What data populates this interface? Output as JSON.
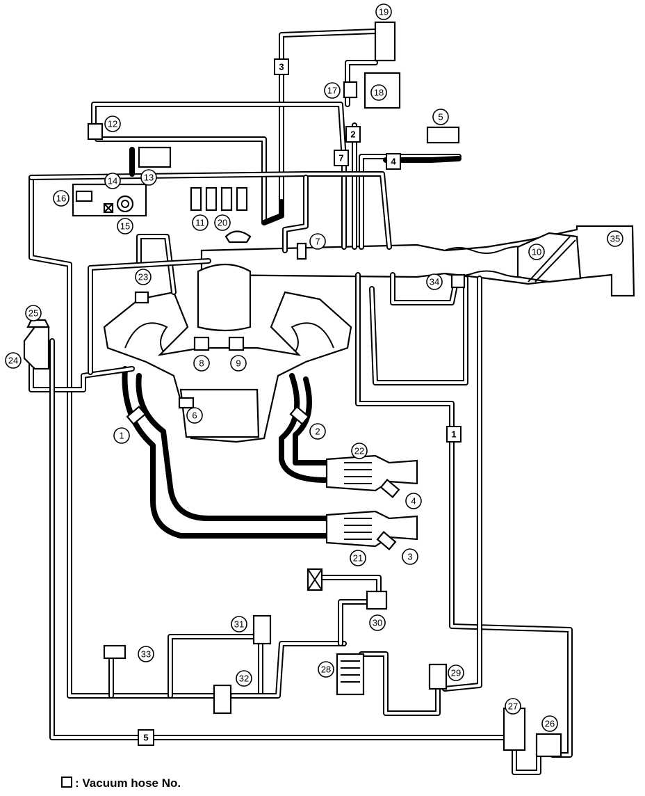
{
  "legend": {
    "text": ": Vacuum hose No."
  },
  "callouts": [
    {
      "num": "1"
    },
    {
      "num": "2"
    },
    {
      "num": "3"
    },
    {
      "num": "4"
    },
    {
      "num": "5"
    },
    {
      "num": "6"
    },
    {
      "num": "7"
    },
    {
      "num": "8"
    },
    {
      "num": "9"
    },
    {
      "num": "10"
    },
    {
      "num": "11"
    },
    {
      "num": "12"
    },
    {
      "num": "13"
    },
    {
      "num": "14"
    },
    {
      "num": "15"
    },
    {
      "num": "16"
    },
    {
      "num": "17"
    },
    {
      "num": "18"
    },
    {
      "num": "19"
    },
    {
      "num": "20"
    },
    {
      "num": "21"
    },
    {
      "num": "22"
    },
    {
      "num": "23"
    },
    {
      "num": "24"
    },
    {
      "num": "25"
    },
    {
      "num": "26"
    },
    {
      "num": "27"
    },
    {
      "num": "28"
    },
    {
      "num": "29"
    },
    {
      "num": "30"
    },
    {
      "num": "31"
    },
    {
      "num": "32"
    },
    {
      "num": "33"
    },
    {
      "num": "34"
    },
    {
      "num": "35"
    }
  ],
  "hose_labels": [
    {
      "num": "1"
    },
    {
      "num": "2"
    },
    {
      "num": "3"
    },
    {
      "num": "4"
    },
    {
      "num": "5"
    },
    {
      "num": "7"
    }
  ]
}
